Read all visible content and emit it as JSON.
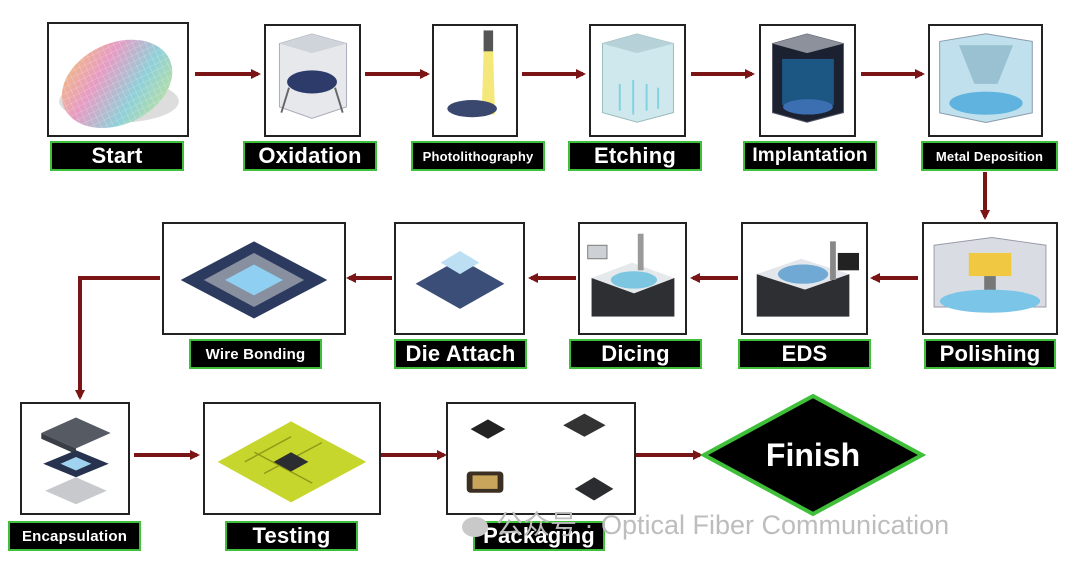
{
  "steps": [
    {
      "label": "Start",
      "icon": "wafer-icon"
    },
    {
      "label": "Oxidation",
      "icon": "oxidation-chamber-icon"
    },
    {
      "label": "Photolithography",
      "icon": "light-beam-icon"
    },
    {
      "label": "Etching",
      "icon": "etching-chamber-icon"
    },
    {
      "label": "Implantation",
      "icon": "implantation-chamber-icon"
    },
    {
      "label": "Metal Deposition",
      "icon": "deposition-chamber-icon"
    },
    {
      "label": "Polishing",
      "icon": "polisher-icon"
    },
    {
      "label": "EDS",
      "icon": "test-machine-icon"
    },
    {
      "label": "Dicing",
      "icon": "dicing-machine-icon"
    },
    {
      "label": "Die Attach",
      "icon": "die-on-substrate-icon"
    },
    {
      "label": "Wire Bonding",
      "icon": "wire-bonded-chip-icon"
    },
    {
      "label": "Encapsulation",
      "icon": "chip-layers-icon"
    },
    {
      "label": "Testing",
      "icon": "circuit-board-icon"
    },
    {
      "label": "Packaging",
      "icon": "packaged-chips-icon"
    }
  ],
  "finish": {
    "label": "Finish"
  },
  "watermark": {
    "text": "公众号 · Optical Fiber Communication"
  },
  "colors": {
    "arrow": "#7b1414",
    "label_border": "#3fbf3a",
    "label_bg": "#000000",
    "finish_border": "#3fbf3a"
  }
}
